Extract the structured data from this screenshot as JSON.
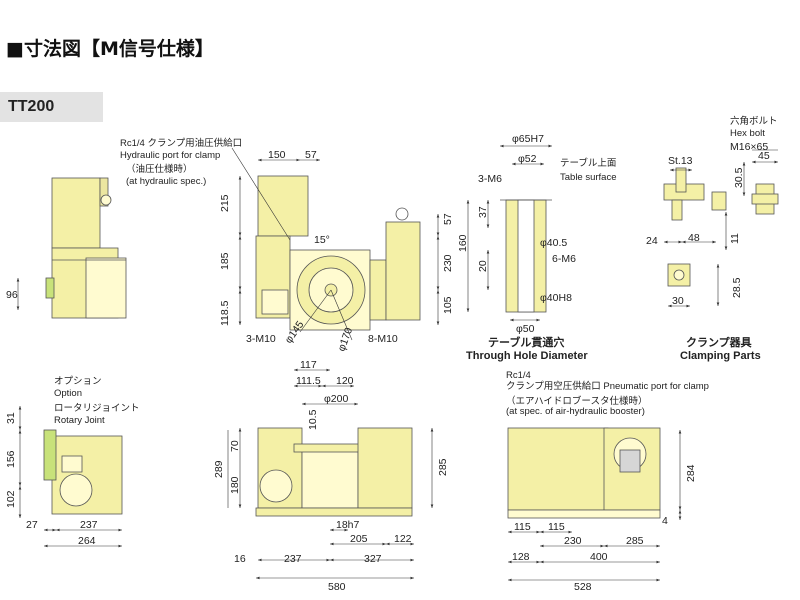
{
  "title": "■寸法図【M信号仕様】",
  "model": "TT200",
  "colors": {
    "body": "#f4f0a6",
    "outline": "#555555",
    "line": "#333333",
    "accent": "#fffbd0"
  },
  "callouts": {
    "hydraulic_port_jp": "Rc1/4 クランプ用油圧供給口",
    "hydraulic_port_en": "Hydraulic port for clamp",
    "hydraulic_spec_jp": "（油圧仕様時）",
    "hydraulic_spec_en": "(at hydraulic spec.)",
    "table_surface_jp": "テーブル上面",
    "table_surface_en": "Table surface",
    "hex_bolt_jp": "六角ボルト",
    "hex_bolt_en": "Hex bolt",
    "hex_bolt_size": "M16×65",
    "option_jp": "オプション",
    "option_en": "Option",
    "rotary_joint_jp": "ロータリジョイント",
    "rotary_joint_en": "Rotary Joint",
    "pneumatic_rc": "Rc1/4",
    "pneumatic_port": "クランプ用空圧供給口 Pneumatic port for clamp",
    "booster_jp": "（エアハイドロブースタ仕様時）",
    "booster_en": "(at spec. of air-hydraulic booster)"
  },
  "captions": {
    "through_hole_jp": "テーブル貫通穴",
    "through_hole_en": "Through Hole Diameter",
    "clamping_jp": "クランプ器具",
    "clamping_en": "Clamping Parts"
  },
  "dims": {
    "d96": "96",
    "d150": "150",
    "d57a": "57",
    "d215": "215",
    "d185": "185",
    "d1185": "118.5",
    "d57b": "57",
    "d230": "230",
    "d105": "105",
    "d15deg": "15°",
    "m10a": "3-M10",
    "p145": "φ145",
    "p170": "φ170",
    "m10b": "8-M10",
    "p65h7": "φ65H7",
    "p52": "φ52",
    "m6a": "3-M6",
    "d160": "160",
    "d37": "37",
    "d20": "20",
    "p405": "φ40.5",
    "m6b": "6-M6",
    "p40h8": "φ40H8",
    "p50": "φ50",
    "st13": "St.13",
    "d45": "45",
    "d305": "30.5",
    "d24": "24",
    "d48": "48",
    "d11": "11",
    "d30": "30",
    "d285b": "28.5",
    "d31": "31",
    "d156": "156",
    "d102": "102",
    "d27": "27",
    "d237a": "237",
    "d264": "264",
    "d117": "117",
    "d1115": "111.5",
    "d120": "120",
    "p200": "φ200",
    "d105b": "10.5",
    "d70": "70",
    "d289": "289",
    "d180": "180",
    "d285a": "285",
    "h7": "18h7",
    "d205": "205",
    "d122": "122",
    "d16": "16",
    "d237b": "237",
    "d327": "327",
    "d580": "580",
    "d115a": "115",
    "d115b": "115",
    "d230b": "230",
    "d285c": "285",
    "d284": "284",
    "d4": "4",
    "d128": "128",
    "d400": "400",
    "d528": "528"
  }
}
